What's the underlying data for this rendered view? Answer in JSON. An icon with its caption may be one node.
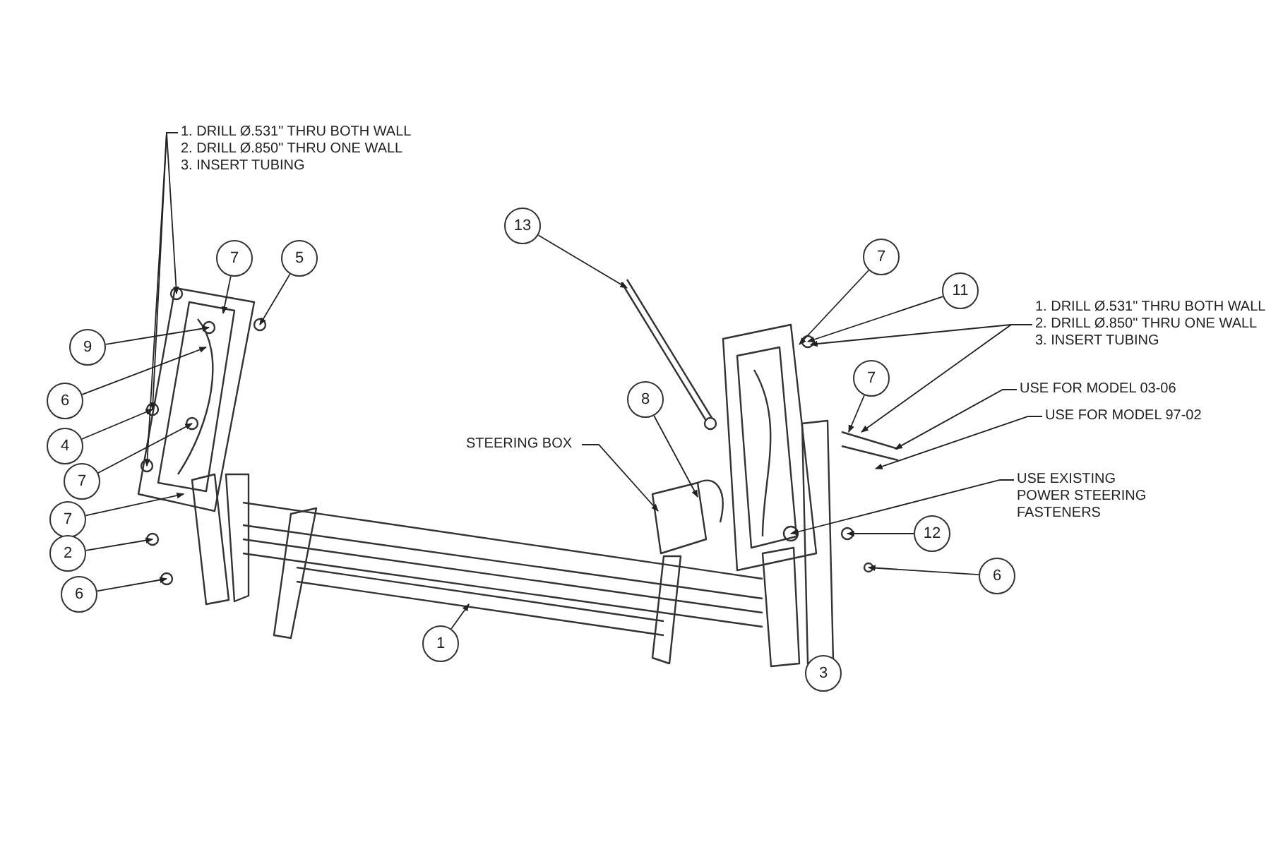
{
  "diagram": {
    "nodes": [
      {
        "text": [
          "1. DRILL Ø.531\" THRU BOTH WALL",
          "2. DRILL Ø.850\" THRU ONE WALL",
          "3. INSERT TUBING"
        ]
      },
      {
        "text": [
          "13"
        ]
      },
      {
        "text": [
          "7"
        ]
      },
      {
        "text": [
          "5"
        ]
      },
      {
        "text": [
          "7"
        ]
      },
      {
        "text": [
          "11"
        ]
      },
      {
        "text": [
          "1. DRILL Ø.531\" THRU BOTH WALL",
          "2. DRILL Ø.850\" THRU ONE WALL",
          "3. INSERT TUBING"
        ]
      },
      {
        "text": [
          "9"
        ]
      },
      {
        "text": [
          "6"
        ]
      },
      {
        "text": [
          "8"
        ]
      },
      {
        "text": [
          "7"
        ]
      },
      {
        "text": [
          "USE FOR MODEL 03-06"
        ]
      },
      {
        "text": [
          "USE FOR MODEL 97-02"
        ]
      },
      {
        "text": [
          "4"
        ]
      },
      {
        "text": [
          "STEERING BOX"
        ]
      },
      {
        "text": [
          "7"
        ]
      },
      {
        "text": [
          "USE EXISTING POWER STEERING FASTENERS"
        ]
      },
      {
        "text": [
          "7"
        ]
      },
      {
        "text": [
          "12"
        ]
      },
      {
        "text": [
          "2"
        ]
      },
      {
        "text": [
          "6"
        ]
      },
      {
        "text": [
          "6"
        ]
      },
      {
        "text": [
          "1"
        ]
      },
      {
        "text": [
          "3"
        ]
      }
    ],
    "edges": [
      {
        "from": 0,
        "to": null,
        "arrow": "to"
      },
      {
        "from": 0,
        "to": null,
        "arrow": "to"
      },
      {
        "from": 0,
        "to": null,
        "arrow": "to"
      },
      {
        "from": 1,
        "to": null,
        "arrow": "to"
      },
      {
        "from": 2,
        "to": null,
        "arrow": "to"
      },
      {
        "from": 3,
        "to": null,
        "arrow": "to"
      },
      {
        "from": 4,
        "to": null,
        "arrow": "to"
      },
      {
        "from": 5,
        "to": null,
        "arrow": "to"
      },
      {
        "from": 6,
        "to": null,
        "arrow": "to"
      },
      {
        "from": 6,
        "to": null,
        "arrow": "to"
      },
      {
        "from": 7,
        "to": null,
        "arrow": "to"
      },
      {
        "from": 8,
        "to": null,
        "arrow": "to"
      },
      {
        "from": 9,
        "to": null,
        "arrow": "to"
      },
      {
        "from": 10,
        "to": null,
        "arrow": "to"
      },
      {
        "from": 11,
        "to": null,
        "arrow": "to"
      },
      {
        "from": 12,
        "to": null,
        "arrow": "to"
      },
      {
        "from": 13,
        "to": null,
        "arrow": "to"
      },
      {
        "from": 14,
        "to": null,
        "arrow": "to"
      },
      {
        "from": 15,
        "to": null,
        "arrow": "to"
      },
      {
        "from": 16,
        "to": null,
        "arrow": "to"
      },
      {
        "from": 17,
        "to": null,
        "arrow": "to"
      },
      {
        "from": 18,
        "to": null,
        "arrow": "to"
      },
      {
        "from": 19,
        "to": null,
        "arrow": "to"
      },
      {
        "from": 20,
        "to": null,
        "arrow": "to"
      },
      {
        "from": 21,
        "to": null,
        "arrow": "to"
      },
      {
        "from": 22,
        "to": null,
        "arrow": "to"
      }
    ]
  }
}
